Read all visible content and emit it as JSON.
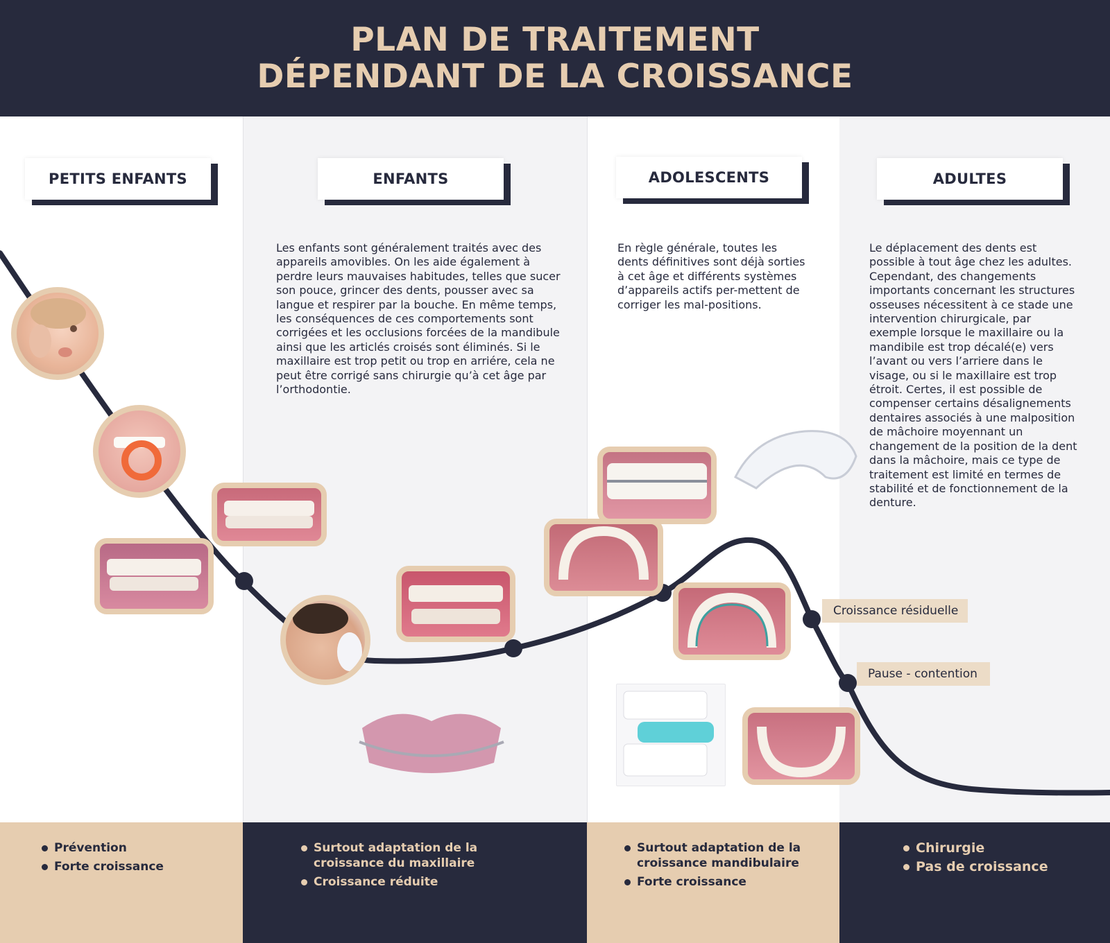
{
  "title": {
    "line1": "PLAN DE TRAITEMENT",
    "line2": "DÉPENDANT DE LA CROISSANCE"
  },
  "columns": [
    {
      "label": "PETITS ENFANTS",
      "description": ""
    },
    {
      "label": "ENFANTS",
      "description": "Les enfants sont généralement traités avec des appareils amovibles. On les aide également à perdre leurs mauvaises habitudes, telles que sucer son pouce, grincer des dents, pousser avec sa langue et respirer par la bouche. En même temps, les conséquences de ces comportements sont corrigées et les occlusions forcées de la mandibule ainsi que les articlés croisés sont éliminés. Si le maxillaire est trop petit ou trop en arriére, cela ne peut être corrigé sans chirurgie qu’à cet âge par l’orthodontie."
    },
    {
      "label": "ADOLESCENTS",
      "description": "En règle générale, toutes les dents définitives sont déjà sorties à cet âge et différents systèmes d’appareils actifs per-mettent de corriger les mal-positions."
    },
    {
      "label": "ADULTES",
      "description": "Le déplacement des dents est possible à tout âge chez les adultes. Cependant, des changements importants concernant les structures osseuses nécessitent à ce stade une intervention chirurgicale, par exemple lorsque le maxillaire ou la mandibile est trop décalé(e) vers l’avant ou vers l’arriere dans le visage, ou si le maxillaire est trop étroit. Certes, il est possible de compenser certains désalignements dentaires associés à une malposition de mâchoire moyennant un changement de la position de la dent dans la mâchoire, mais ce type de traitement est limité en termes de stabilité et de fonctionnement de la denture."
    }
  ],
  "callouts": {
    "residual": "Croissance résiduelle",
    "retention": "Pause - contention"
  },
  "footer": [
    {
      "items": [
        "Prévention",
        "Forte croissance"
      ]
    },
    {
      "items": [
        "Surtout adaptation de la croissance du maxillaire",
        "Croissance réduite"
      ]
    },
    {
      "items": [
        "Surtout adaptation de la croissance mandibulaire",
        "Forte croissance"
      ]
    },
    {
      "items": [
        "Chirurgie",
        "Pas de croissance"
      ]
    }
  ],
  "colors": {
    "navy": "#272a3d",
    "beige": "#e6cdb0",
    "light_beige": "#ecdcc7",
    "panel_gray": "#f3f3f5"
  }
}
